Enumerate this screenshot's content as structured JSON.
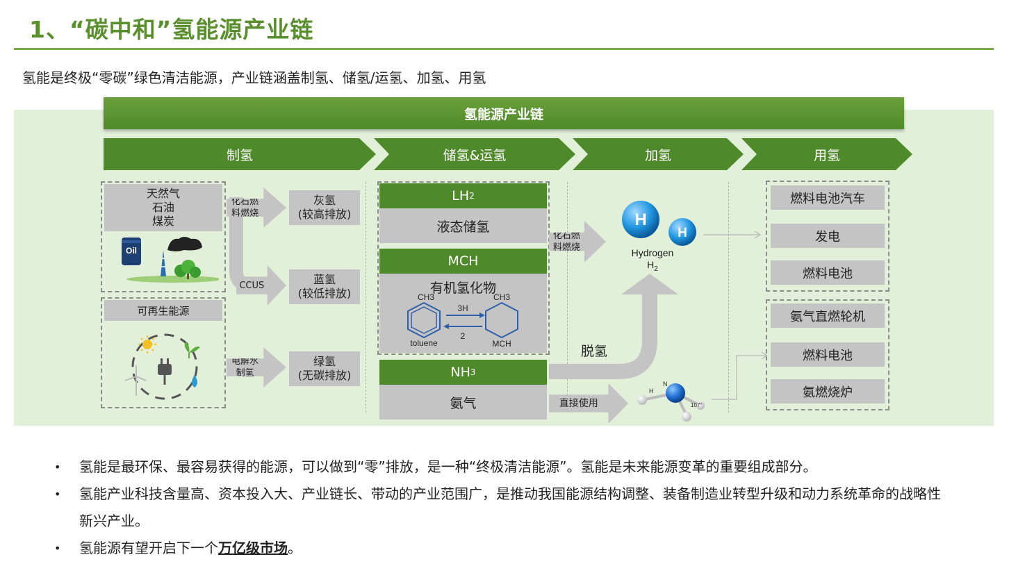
{
  "header": {
    "title": "1、“碳中和”氢能源产业链",
    "subtitle": "氢能是终极“零碳”绿色清洁能源，产业链涵盖制氢、储氢/运氢、加氢、用氢"
  },
  "diagram": {
    "main_label": "氢能源产业链",
    "stages": [
      "制氢",
      "储氢&运氢",
      "加氢",
      "用氢"
    ],
    "production": {
      "fossil_sources": [
        "天然气",
        "石油",
        "煤炭"
      ],
      "oil_label": "Oil",
      "renewable_label": "可再生能源",
      "routes": [
        {
          "arrow": "化石燃\n料燃烧",
          "result": "灰氢\n(较高排放)"
        },
        {
          "arrow": "CCUS",
          "result": "蓝氢\n(较低排放)"
        },
        {
          "arrow": "电解水\n制氢",
          "result": "绿氢\n(无碳排放)"
        }
      ]
    },
    "storage": {
      "lh2": {
        "title": "LH",
        "sub": "2",
        "desc": "液态储氢"
      },
      "mch": {
        "title": "MCH",
        "desc": "有机氢化物",
        "left_group": "CH3",
        "right_group": "CH3",
        "left_name": "toluene",
        "right_name": "MCH",
        "forward": "3H",
        "reverse": "2"
      },
      "nh3": {
        "title": "NH",
        "sub": "3",
        "desc": "氨气"
      }
    },
    "refuel": {
      "arrow": "化石燃\n料燃烧",
      "hydrogen_label": "Hydrogen",
      "h2_label": "H",
      "h2_sub": "2",
      "dehydro": "脱氢",
      "direct_use": "直接使用",
      "atom_h": "H",
      "atom_h_mark": "H",
      "atom_n": "N",
      "angle": "107°"
    },
    "use_hydrogen": [
      "燃料电池汽车",
      "发电",
      "燃料电池"
    ],
    "use_ammonia": [
      "氨气直燃轮机",
      "燃料电池",
      "氨燃烧炉"
    ]
  },
  "bullets": {
    "b1": "氢能是最环保、最容易获得的能源，可以做到“零”排放，是一种“终极清洁能源”。氢能是未来能源变革的重要组成部分。",
    "b2": "氢能产业科技含量高、资本投入大、产业链长、带动的产业范围广，是推动我国能源结构调整、装备制造业转型升级和动力系统革命的战略性新兴产业。",
    "b3_prefix": "氢能源有望开启下一个",
    "b3_bold": "万亿级市场",
    "b3_suffix": "。",
    "marker": "•"
  },
  "colors": {
    "green": "#4f8a2a",
    "title_green": "#5a8f2e",
    "panel": "#e2efd9",
    "gray": "#c4c4c4"
  }
}
